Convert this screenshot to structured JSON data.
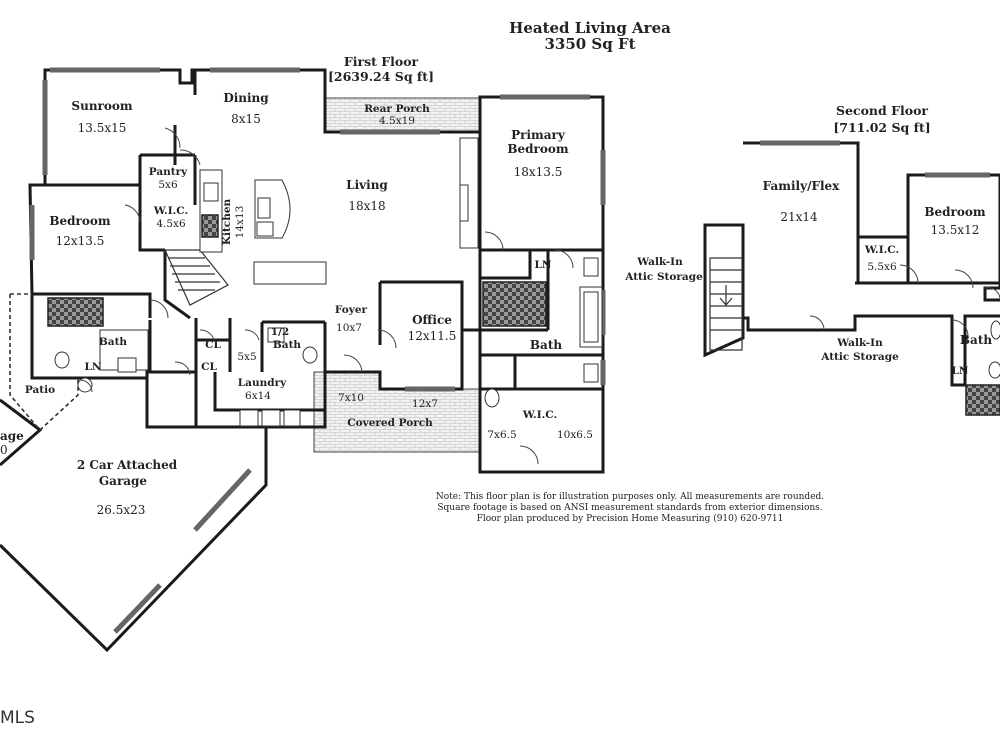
{
  "header": {
    "title": "Heated Living Area",
    "total": "3350 Sq Ft"
  },
  "first_floor": {
    "label": "First Floor",
    "area": "[2639.24 Sq ft]",
    "rooms": {
      "sunroom": {
        "name": "Sunroom",
        "dims": "13.5x15"
      },
      "dining": {
        "name": "Dining",
        "dims": "8x15"
      },
      "rear_porch": {
        "name": "Rear Porch",
        "dims": "4.5x19"
      },
      "primary_bedroom": {
        "name_line1": "Primary",
        "name_line2": "Bedroom",
        "dims": "18x13.5"
      },
      "pantry": {
        "name": "Pantry",
        "dims": "5x6"
      },
      "kitchen": {
        "name": "Kitchen",
        "dims": "14x13"
      },
      "living": {
        "name": "Living",
        "dims": "18x18"
      },
      "bedroom": {
        "name": "Bedroom",
        "dims": "12x13.5"
      },
      "wic_small": {
        "name": "W.I.C.",
        "dims": "4.5x6"
      },
      "foyer": {
        "name": "Foyer",
        "dims": "10x7"
      },
      "office": {
        "name": "Office",
        "dims": "12x11.5"
      },
      "half_bath": {
        "name_line1": "1/2",
        "name_line2": "Bath"
      },
      "bath_left": {
        "name": "Bath"
      },
      "ln_left": {
        "name": "LN"
      },
      "cl_upper": {
        "name": "CL"
      },
      "cl_lower": {
        "name": "CL"
      },
      "closet_5x5": {
        "dims": "5x5"
      },
      "laundry": {
        "name": "Laundry",
        "dims": "6x14"
      },
      "patio": {
        "name": "Patio"
      },
      "primary_bath": {
        "name": "Bath"
      },
      "ln_primary": {
        "name": "LN"
      },
      "primary_wic": {
        "name": "W.I.C.",
        "dims_a": "7x6.5",
        "dims_b": "10x6.5"
      },
      "covered_porch": {
        "name": "Covered Porch",
        "dims_a": "7x10",
        "dims_b": "12x7"
      },
      "garage": {
        "name_line1": "2 Car Attached",
        "name_line2": "Garage",
        "dims": "26.5x23"
      },
      "cut_label": {
        "line1": "age",
        "line2": "0"
      }
    }
  },
  "second_floor": {
    "label": "Second Floor",
    "area": "[711.02 Sq ft]",
    "rooms": {
      "family_flex": {
        "name": "Family/Flex",
        "dims": "21x14"
      },
      "bedroom": {
        "name": "Bedroom",
        "dims": "13.5x12"
      },
      "wic": {
        "name": "W.I.C.",
        "dims": "5.5x6"
      },
      "walkin_attic_left": {
        "line1": "Walk-In",
        "line2": "Attic Storage"
      },
      "walkin_attic_bottom": {
        "line1": "Walk-In",
        "line2": "Attic Storage"
      },
      "bath": {
        "name": "Bath"
      },
      "ln": {
        "name": "LN"
      }
    }
  },
  "note": {
    "line1": "Note: This floor plan is for illustration purposes only. All measurements are rounded.",
    "line2": "Square footage is based on ANSI measurement standards from exterior dimensions.",
    "line3": "Floor plan produced by Precision Home Measuring (910) 620-9711"
  },
  "watermark": "MLS"
}
